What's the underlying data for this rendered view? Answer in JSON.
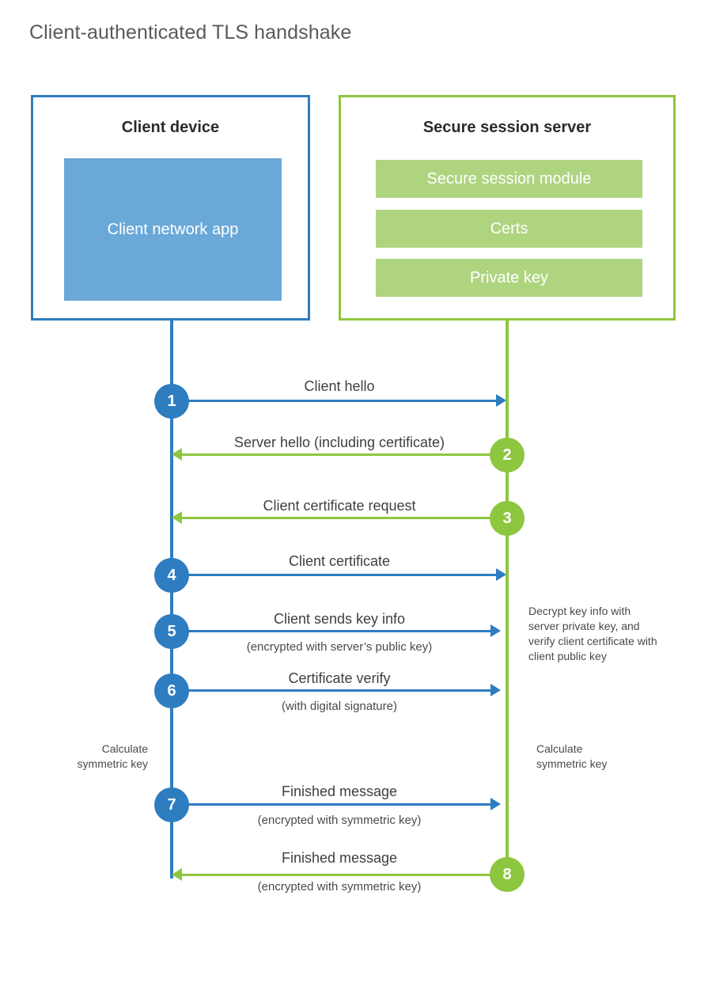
{
  "title": "Client-authenticated TLS handshake",
  "colors": {
    "client_blue": "#2E7DC0",
    "client_app_blue": "#6AA8D8",
    "server_green": "#8DC63F",
    "server_bar_green": "#AFD480",
    "title_gray": "#58595B",
    "text_gray": "#3F3F41",
    "background": "#FFFFFF"
  },
  "client": {
    "title": "Client device",
    "app_label": "Client network app"
  },
  "server": {
    "title": "Secure session server",
    "components": [
      {
        "label": "Secure session module"
      },
      {
        "label": "Certs"
      },
      {
        "label": "Private key"
      }
    ]
  },
  "steps": [
    {
      "number": "1",
      "side": "client",
      "direction": "to-server",
      "label": "Client hello",
      "sublabel": ""
    },
    {
      "number": "2",
      "side": "server",
      "direction": "to-client",
      "label": "Server hello (including certificate)",
      "sublabel": ""
    },
    {
      "number": "3",
      "side": "server",
      "direction": "to-client",
      "label": "Client certificate request",
      "sublabel": ""
    },
    {
      "number": "4",
      "side": "client",
      "direction": "to-server",
      "label": "Client certificate",
      "sublabel": ""
    },
    {
      "number": "5",
      "side": "client",
      "direction": "to-server",
      "label": "Client sends key info",
      "sublabel": "(encrypted with server’s public key)"
    },
    {
      "number": "6",
      "side": "client",
      "direction": "to-server",
      "label": "Certificate verify",
      "sublabel": "(with digital signature)"
    },
    {
      "number": "7",
      "side": "client",
      "direction": "to-server",
      "label": "Finished message",
      "sublabel": "(encrypted with symmetric key)"
    },
    {
      "number": "8",
      "side": "server",
      "direction": "to-client",
      "label": "Finished message",
      "sublabel": "(encrypted with symmetric key)"
    }
  ],
  "annotations": {
    "server_decrypt_note": "Decrypt key info with server private key, and verify client certificate with client public key",
    "client_calculate_note": "Calculate symmetric key",
    "server_calculate_note": "Calculate symmetric key"
  }
}
